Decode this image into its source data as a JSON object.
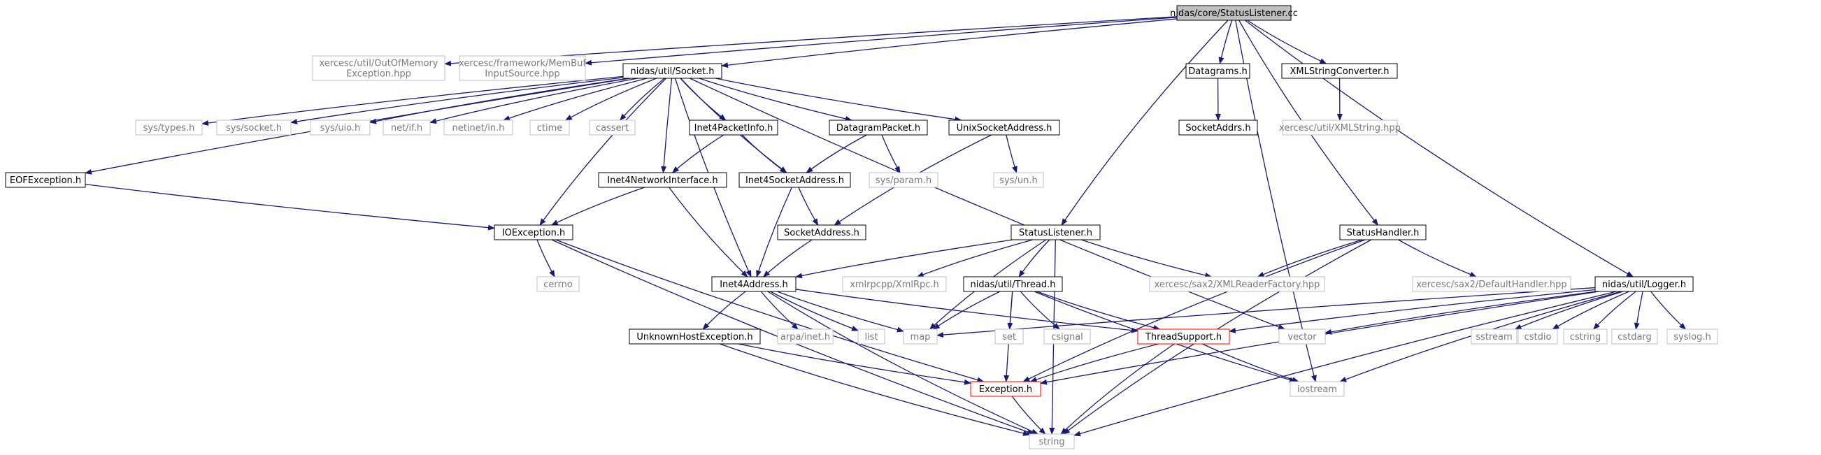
{
  "title": "nidas/core/StatusListener.cc",
  "colors": {
    "edge": "#191970",
    "box_normal": "#000000",
    "box_external": "#bfbfbf",
    "box_incomplete": "#ff0000",
    "box_root_fill": "#bfbfbf",
    "text_normal": "#000000",
    "text_external": "#7a7a7a"
  },
  "nodes": [
    {
      "id": "root",
      "label": "nidas/core/StatusListener.cc",
      "kind": "root"
    },
    {
      "id": "oom",
      "label": [
        "xercesc/util/OutOfMemory",
        "Exception.hpp"
      ],
      "kind": "external"
    },
    {
      "id": "membuf",
      "label": [
        "xercesc/framework/MemBuf",
        "InputSource.hpp"
      ],
      "kind": "external"
    },
    {
      "id": "socket",
      "label": "nidas/util/Socket.h",
      "kind": "normal"
    },
    {
      "id": "datagrams",
      "label": "Datagrams.h",
      "kind": "normal"
    },
    {
      "id": "xmlconv",
      "label": "XMLStringConverter.h",
      "kind": "normal"
    },
    {
      "id": "socketaddrs",
      "label": "SocketAddrs.h",
      "kind": "normal"
    },
    {
      "id": "xmlstring",
      "label": "xercesc/util/XMLString.hpp",
      "kind": "external"
    },
    {
      "id": "eofexc",
      "label": "EOFException.h",
      "kind": "normal"
    },
    {
      "id": "systypes",
      "label": "sys/types.h",
      "kind": "external"
    },
    {
      "id": "syssocket",
      "label": "sys/socket.h",
      "kind": "external"
    },
    {
      "id": "sysuio",
      "label": "sys/uio.h",
      "kind": "external"
    },
    {
      "id": "netif",
      "label": "net/if.h",
      "kind": "external"
    },
    {
      "id": "netinetin",
      "label": "netinet/in.h",
      "kind": "external"
    },
    {
      "id": "ctime",
      "label": "ctime",
      "kind": "external"
    },
    {
      "id": "cassert",
      "label": "cassert",
      "kind": "external"
    },
    {
      "id": "inet4pktinfo",
      "label": "Inet4PacketInfo.h",
      "kind": "normal"
    },
    {
      "id": "dgrampkt",
      "label": "DatagramPacket.h",
      "kind": "normal"
    },
    {
      "id": "unixsockaddr",
      "label": "UnixSocketAddress.h",
      "kind": "normal"
    },
    {
      "id": "inet4netif",
      "label": "Inet4NetworkInterface.h",
      "kind": "normal"
    },
    {
      "id": "inet4sockaddr",
      "label": "Inet4SocketAddress.h",
      "kind": "normal"
    },
    {
      "id": "sysparam",
      "label": "sys/param.h",
      "kind": "external"
    },
    {
      "id": "sysun",
      "label": "sys/un.h",
      "kind": "external"
    },
    {
      "id": "ioexc",
      "label": "IOException.h",
      "kind": "normal"
    },
    {
      "id": "sockaddr",
      "label": "SocketAddress.h",
      "kind": "normal"
    },
    {
      "id": "statuslistener",
      "label": "StatusListener.h",
      "kind": "normal"
    },
    {
      "id": "statushandler",
      "label": "StatusHandler.h",
      "kind": "normal"
    },
    {
      "id": "cerrno",
      "label": "cerrno",
      "kind": "external"
    },
    {
      "id": "inet4addr",
      "label": "Inet4Address.h",
      "kind": "normal"
    },
    {
      "id": "xmlrpc",
      "label": "xmlrpcpp/XmlRpc.h",
      "kind": "external"
    },
    {
      "id": "thread",
      "label": "nidas/util/Thread.h",
      "kind": "normal"
    },
    {
      "id": "xmlreaderfactory",
      "label": "xercesc/sax2/XMLReaderFactory.hpp",
      "kind": "external"
    },
    {
      "id": "defaulthandler",
      "label": "xercesc/sax2/DefaultHandler.hpp",
      "kind": "external"
    },
    {
      "id": "logger",
      "label": "nidas/util/Logger.h",
      "kind": "normal"
    },
    {
      "id": "unknownhost",
      "label": "UnknownHostException.h",
      "kind": "normal"
    },
    {
      "id": "arpainet",
      "label": "arpa/inet.h",
      "kind": "external"
    },
    {
      "id": "list",
      "label": "list",
      "kind": "external"
    },
    {
      "id": "map",
      "label": "map",
      "kind": "external"
    },
    {
      "id": "set",
      "label": "set",
      "kind": "external"
    },
    {
      "id": "csignal",
      "label": "csignal",
      "kind": "external"
    },
    {
      "id": "threadsupport",
      "label": "ThreadSupport.h",
      "kind": "incomplete"
    },
    {
      "id": "vector",
      "label": "vector",
      "kind": "external"
    },
    {
      "id": "sstream",
      "label": "sstream",
      "kind": "external"
    },
    {
      "id": "cstdio",
      "label": "cstdio",
      "kind": "external"
    },
    {
      "id": "cstring",
      "label": "cstring",
      "kind": "external"
    },
    {
      "id": "cstdarg",
      "label": "cstdarg",
      "kind": "external"
    },
    {
      "id": "syslog",
      "label": "syslog.h",
      "kind": "external"
    },
    {
      "id": "exception",
      "label": "Exception.h",
      "kind": "incomplete"
    },
    {
      "id": "iostream",
      "label": "iostream",
      "kind": "external"
    },
    {
      "id": "string",
      "label": "string",
      "kind": "external"
    }
  ],
  "edges": [
    [
      "root",
      "oom"
    ],
    [
      "root",
      "membuf"
    ],
    [
      "root",
      "socket"
    ],
    [
      "root",
      "datagrams"
    ],
    [
      "root",
      "xmlconv"
    ],
    [
      "root",
      "statuslistener"
    ],
    [
      "root",
      "statushandler"
    ],
    [
      "root",
      "logger"
    ],
    [
      "root",
      "iostream"
    ],
    [
      "datagrams",
      "socketaddrs"
    ],
    [
      "xmlconv",
      "xmlstring"
    ],
    [
      "socket",
      "eofexc"
    ],
    [
      "socket",
      "systypes"
    ],
    [
      "socket",
      "syssocket"
    ],
    [
      "socket",
      "sysuio"
    ],
    [
      "socket",
      "netif"
    ],
    [
      "socket",
      "netinetin"
    ],
    [
      "socket",
      "ctime"
    ],
    [
      "socket",
      "cassert"
    ],
    [
      "socket",
      "inet4pktinfo"
    ],
    [
      "socket",
      "dgrampkt"
    ],
    [
      "socket",
      "unixsockaddr"
    ],
    [
      "socket",
      "inet4netif"
    ],
    [
      "socket",
      "inet4sockaddr"
    ],
    [
      "socket",
      "ioexc"
    ],
    [
      "socket",
      "inet4addr"
    ],
    [
      "socket",
      "vector"
    ],
    [
      "eofexc",
      "ioexc"
    ],
    [
      "inet4pktinfo",
      "inet4netif"
    ],
    [
      "inet4pktinfo",
      "inet4sockaddr"
    ],
    [
      "dgrampkt",
      "inet4sockaddr"
    ],
    [
      "dgrampkt",
      "sysparam"
    ],
    [
      "unixsockaddr",
      "sysun"
    ],
    [
      "unixsockaddr",
      "sockaddr"
    ],
    [
      "inet4netif",
      "ioexc"
    ],
    [
      "inet4netif",
      "inet4addr"
    ],
    [
      "inet4sockaddr",
      "sockaddr"
    ],
    [
      "inet4sockaddr",
      "inet4addr"
    ],
    [
      "sockaddr",
      "inet4addr"
    ],
    [
      "ioexc",
      "cerrno"
    ],
    [
      "ioexc",
      "exception"
    ],
    [
      "ioexc",
      "string"
    ],
    [
      "statuslistener",
      "inet4addr"
    ],
    [
      "statuslistener",
      "xmlrpc"
    ],
    [
      "statuslistener",
      "thread"
    ],
    [
      "statuslistener",
      "xmlreaderfactory"
    ],
    [
      "statuslistener",
      "map"
    ],
    [
      "statuslistener",
      "string"
    ],
    [
      "statushandler",
      "xmlreaderfactory"
    ],
    [
      "statushandler",
      "defaulthandler"
    ],
    [
      "statushandler",
      "exception"
    ],
    [
      "statushandler",
      "string"
    ],
    [
      "inet4addr",
      "unknownhost"
    ],
    [
      "inet4addr",
      "arpainet"
    ],
    [
      "inet4addr",
      "list"
    ],
    [
      "inet4addr",
      "map"
    ],
    [
      "inet4addr",
      "threadsupport"
    ],
    [
      "inet4addr",
      "string"
    ],
    [
      "thread",
      "map"
    ],
    [
      "thread",
      "set"
    ],
    [
      "thread",
      "csignal"
    ],
    [
      "thread",
      "threadsupport"
    ],
    [
      "thread",
      "exception"
    ],
    [
      "thread",
      "iostream"
    ],
    [
      "logger",
      "threadsupport"
    ],
    [
      "logger",
      "exception"
    ],
    [
      "logger",
      "map"
    ],
    [
      "logger",
      "vector"
    ],
    [
      "logger",
      "sstream"
    ],
    [
      "logger",
      "cstdio"
    ],
    [
      "logger",
      "cstring"
    ],
    [
      "logger",
      "cstdarg"
    ],
    [
      "logger",
      "syslog"
    ],
    [
      "logger",
      "iostream"
    ],
    [
      "logger",
      "string"
    ],
    [
      "unknownhost",
      "exception"
    ],
    [
      "unknownhost",
      "string"
    ],
    [
      "threadsupport",
      "exception"
    ],
    [
      "threadsupport",
      "iostream"
    ],
    [
      "threadsupport",
      "string"
    ],
    [
      "exception",
      "string"
    ]
  ]
}
